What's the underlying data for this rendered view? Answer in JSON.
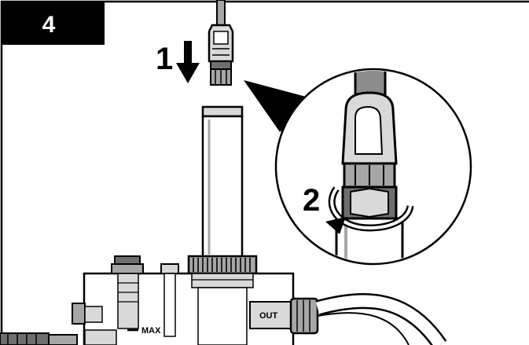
{
  "step_number": "4",
  "callouts": {
    "push_down": "1",
    "rotate": "2"
  },
  "part_labels": {
    "max": "MAX",
    "out": "OUT"
  },
  "colors": {
    "ink": "#000000",
    "paper": "#ffffff",
    "metal_light": "#d9d9d9",
    "metal_mid": "#a6a6a6",
    "metal_dark": "#6e6e6e",
    "cable": "#8c8c8c"
  },
  "icons": {
    "push_down": "arrow-down-icon",
    "rotate": "rotate-arrow-icon",
    "magnify": "magnifier-callout-icon"
  }
}
